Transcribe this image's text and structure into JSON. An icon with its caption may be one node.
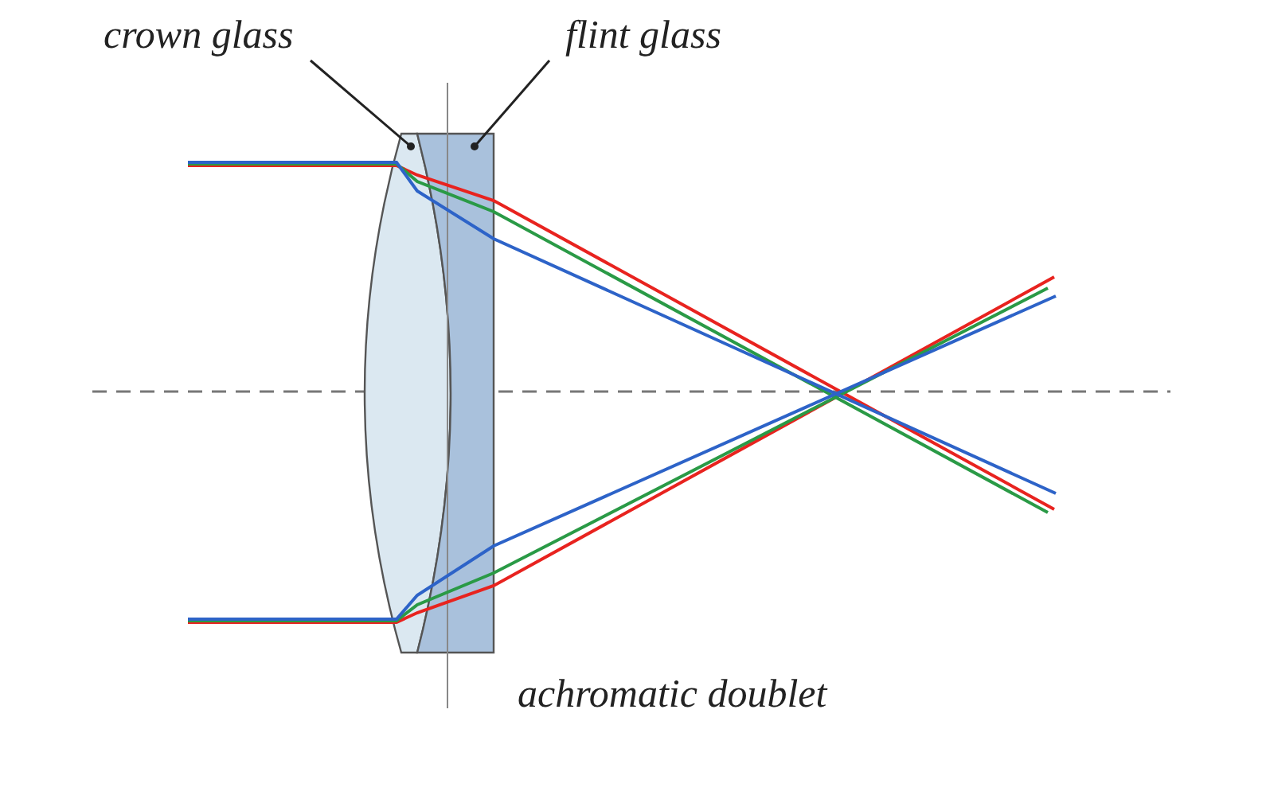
{
  "diagram": {
    "nodes": [
      {
        "text": [
          "crown glass"
        ]
      },
      {
        "text": [
          "flint glass"
        ]
      },
      {
        "text": [],
        "shape": "lens"
      },
      {
        "text": [],
        "shape": "box"
      }
    ],
    "edges": [
      {
        "from": 0,
        "to": 2,
        "arrow": "other"
      },
      {
        "from": 1,
        "to": 3,
        "arrow": "other"
      }
    ],
    "labels": [
      "achromatic doublet"
    ]
  }
}
